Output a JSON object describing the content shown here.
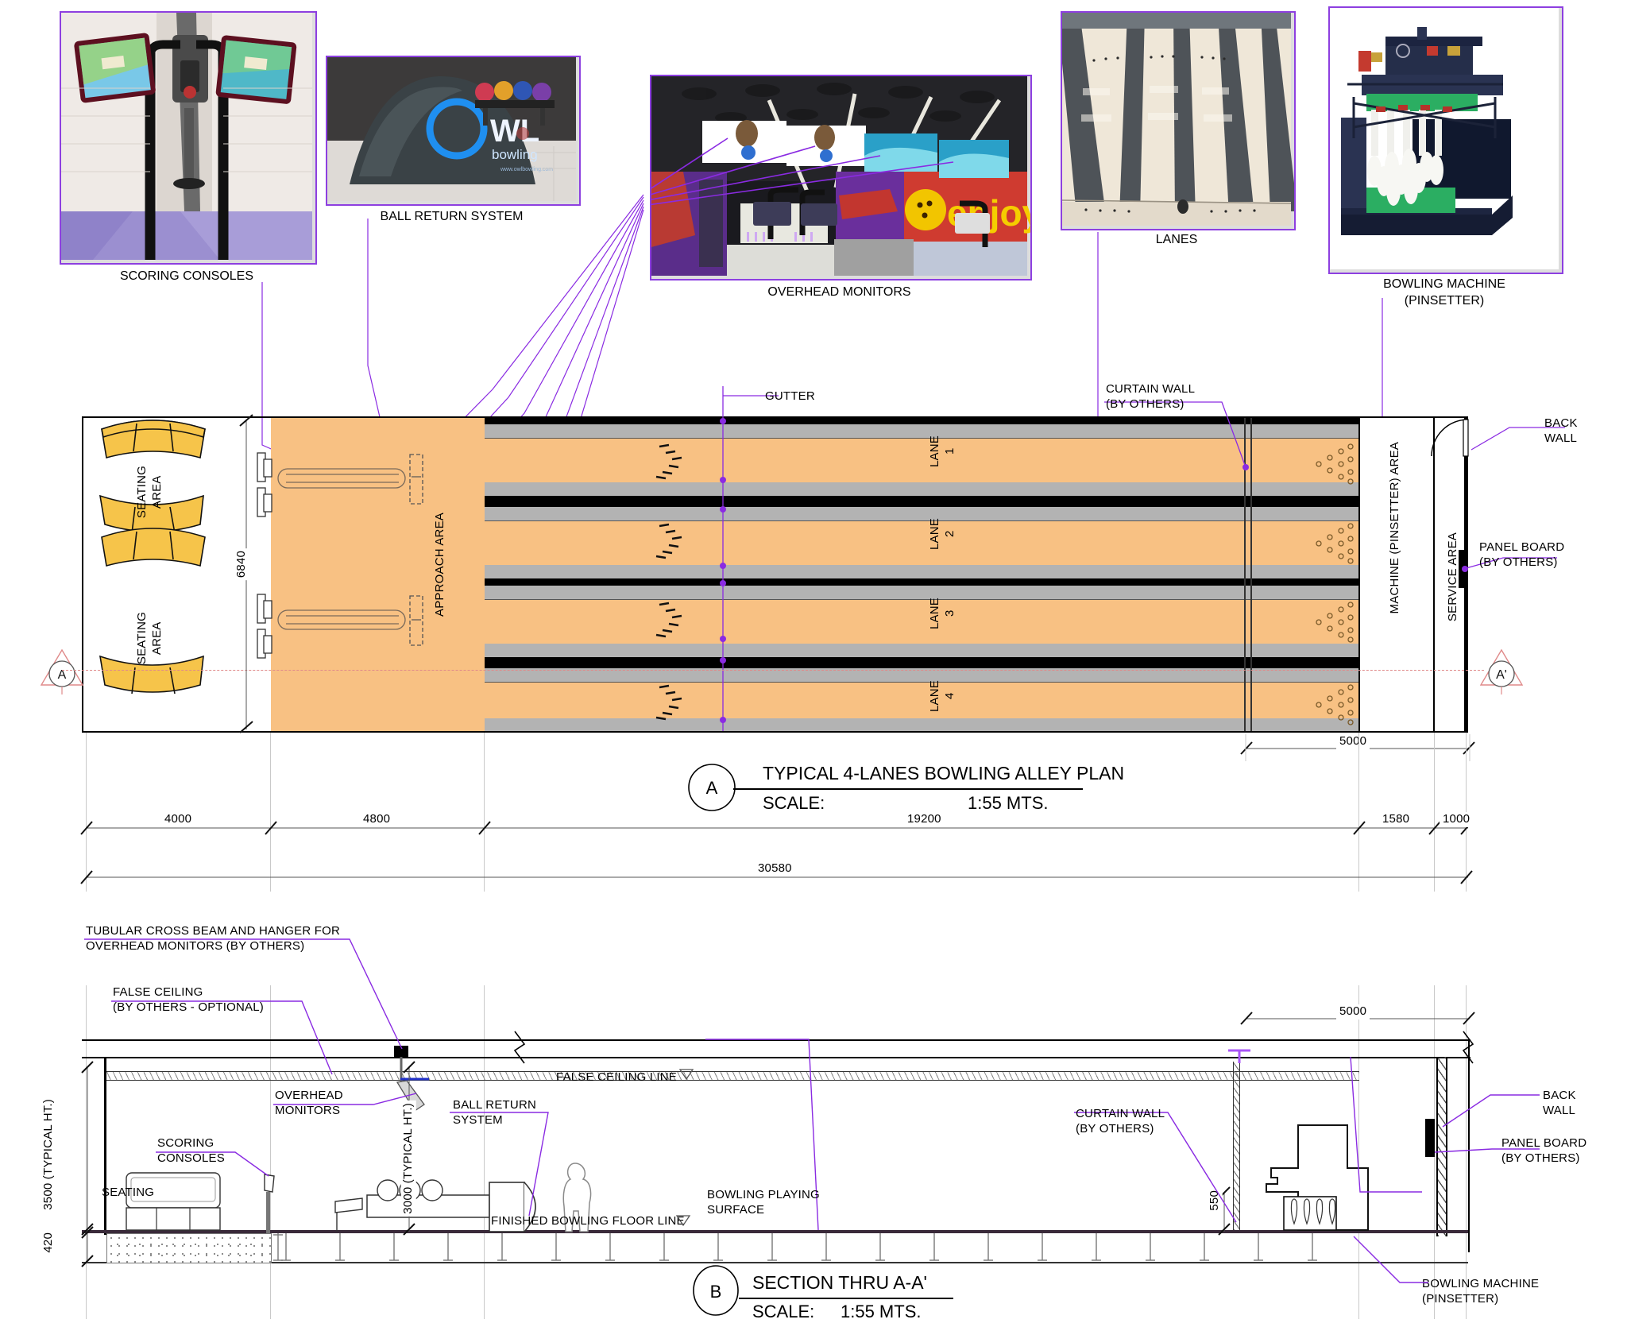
{
  "drawing": {
    "title": "TYPICAL 4-LANES BOWLING ALLEY PLAN",
    "accent_color": "#8a2be2",
    "lane_fill": "#f8c183",
    "gutter_fill": "#b3b3b3",
    "approach_fill": "#f8c183"
  },
  "photos": [
    {
      "id": "scoring-consoles",
      "caption": "SCORING CONSOLES"
    },
    {
      "id": "ball-return-system",
      "caption": "BALL RETURN SYSTEM"
    },
    {
      "id": "overhead-monitors",
      "caption": "OVERHEAD MONITORS"
    },
    {
      "id": "lanes",
      "caption": "LANES"
    },
    {
      "id": "bowling-machine",
      "caption": "BOWLING MACHINE\n(PINSETTER)"
    }
  ],
  "plan": {
    "callouts": {
      "gutter": "GUTTER",
      "curtain_wall": "CURTAIN WALL\n(BY OTHERS)",
      "back_wall": "BACK\nWALL",
      "panel_board": "PANEL BOARD\n(BY OTHERS)"
    },
    "area_labels": {
      "seating_area_1": "SEATING\nAREA",
      "seating_area_2": "SEATING\nAREA",
      "approach_area": "APPROACH AREA",
      "machine_area": "MACHINE (PINSETTER) AREA",
      "service_area": "SERVICE AREA"
    },
    "lanes": [
      "LANE\n1",
      "LANE\n2",
      "LANE\n3",
      "LANE\n4"
    ],
    "section_marks": {
      "left": "A",
      "right": "A'"
    },
    "dimensions": {
      "width_vertical": "6840",
      "machine_zone": "5000",
      "segments": [
        "4000",
        "4800",
        "19200",
        "1580",
        "1000"
      ],
      "overall": "30580"
    },
    "title_block": {
      "bubble": "A",
      "title": "TYPICAL 4-LANES BOWLING ALLEY PLAN",
      "scale_label": "SCALE:",
      "scale_value": "1:55 MTS."
    }
  },
  "section": {
    "callouts": {
      "tubular_beam": "TUBULAR CROSS BEAM AND HANGER FOR\nOVERHEAD MONITORS (BY OTHERS)",
      "false_ceiling": "FALSE CEILING\n(BY OTHERS - OPTIONAL)",
      "overhead_monitors": "OVERHEAD\nMONITORS",
      "scoring_consoles": "SCORING\nCONSOLES",
      "seating": "SEATING",
      "ball_return": "BALL RETURN\nSYSTEM",
      "false_ceiling_line": "FALSE CEILING LINE",
      "bowling_playing_surface": "BOWLING PLAYING\nSURFACE",
      "finished_floor_line": "FINISHED BOWLING FLOOR LINE",
      "curtain_wall": "CURTAIN WALL\n(BY OTHERS)",
      "back_wall": "BACK\nWALL",
      "panel_board": "PANEL BOARD\n(BY OTHERS)",
      "bowling_machine": "BOWLING MACHINE\n(PINSETTER)"
    },
    "dimensions": {
      "ceiling_height": "3500 (TYPICAL HT.)",
      "monitor_height": "3000 (TYPICAL HT.)",
      "floor_depth": "420",
      "curtain_wall_clearance": "550",
      "machine_zone": "5000"
    },
    "title_block": {
      "bubble": "B",
      "title": "SECTION THRU A-A'",
      "scale_label": "SCALE:",
      "scale_value": "1:55 MTS."
    }
  }
}
